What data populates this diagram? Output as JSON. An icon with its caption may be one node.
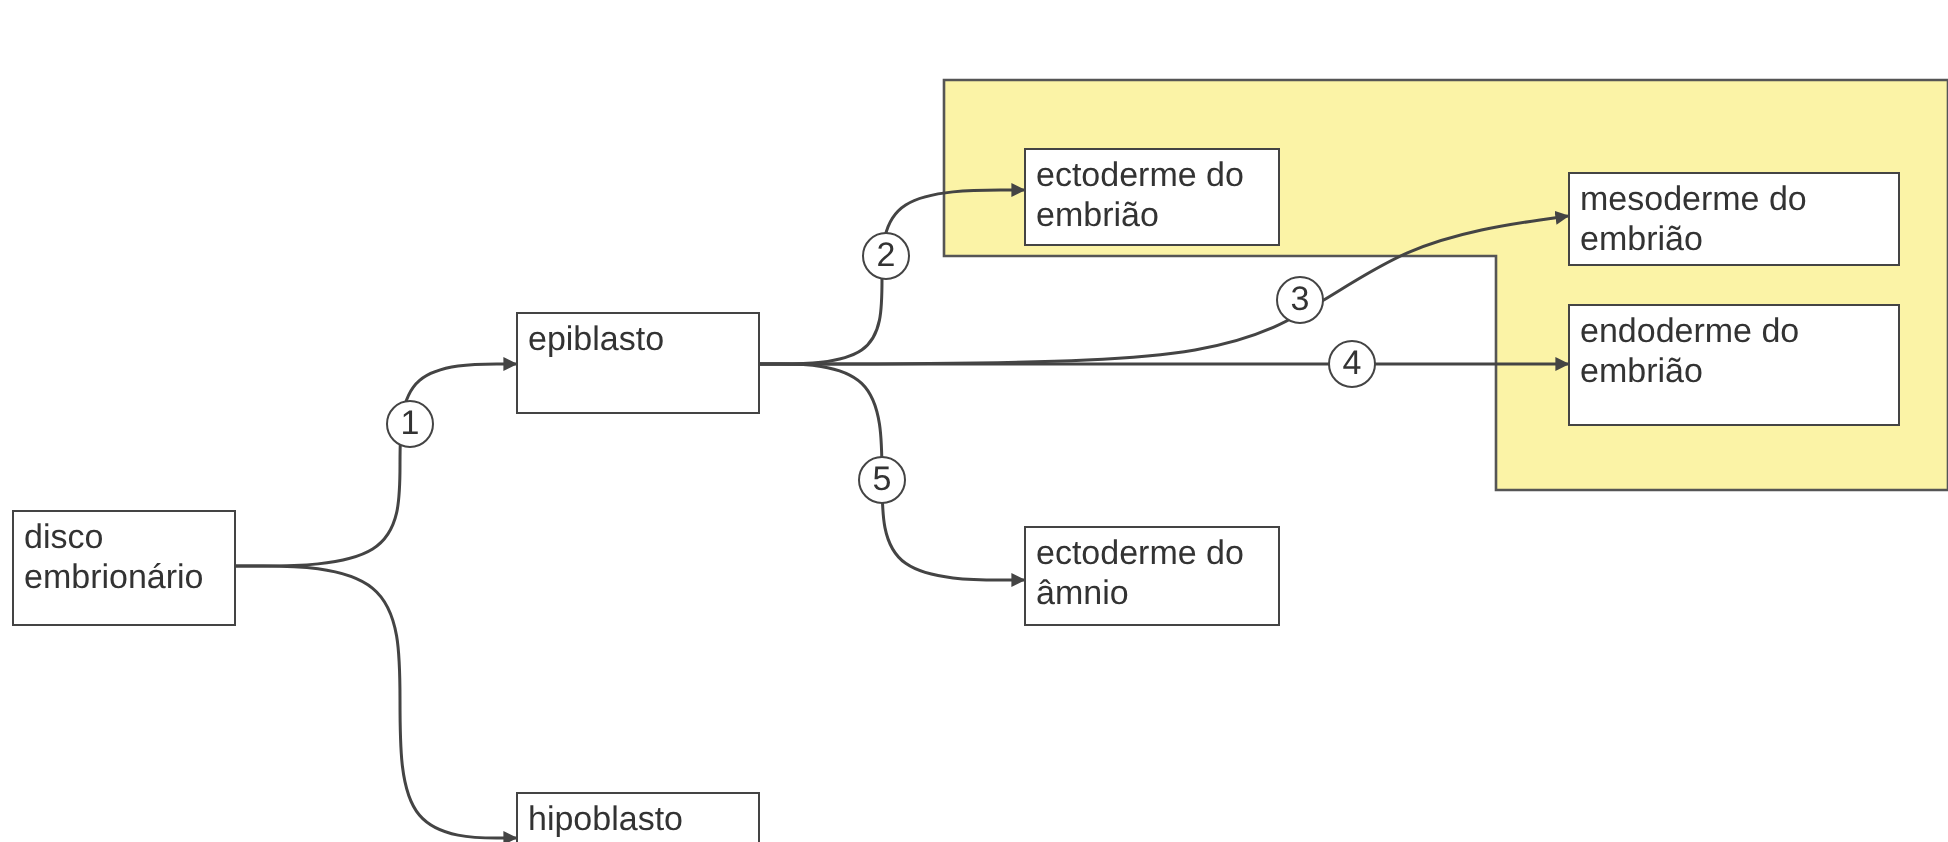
{
  "diagram": {
    "nodes": [
      {
        "text": [
          "disco embrionário"
        ]
      },
      {
        "text": [
          "epiblasto"
        ]
      },
      {
        "text": [
          "hipoblasto"
        ]
      },
      {
        "text": [
          "ectoderme do embrião"
        ]
      },
      {
        "text": [
          "mesoderme do embrião"
        ]
      },
      {
        "text": [
          "endoderme do embrião"
        ]
      },
      {
        "text": [
          "ectoderme do âmnio"
        ]
      }
    ],
    "edges": [
      {
        "from": 0,
        "to": 1,
        "arrow": "to",
        "label": "1"
      },
      {
        "from": 0,
        "to": 2,
        "arrow": "to"
      },
      {
        "from": 1,
        "to": 3,
        "arrow": "to",
        "label": "2"
      },
      {
        "from": 1,
        "to": 4,
        "arrow": "to",
        "label": "3"
      },
      {
        "from": 1,
        "to": 5,
        "arrow": "to",
        "label": "4"
      },
      {
        "from": 1,
        "to": 6,
        "arrow": "to",
        "label": "5"
      }
    ]
  }
}
